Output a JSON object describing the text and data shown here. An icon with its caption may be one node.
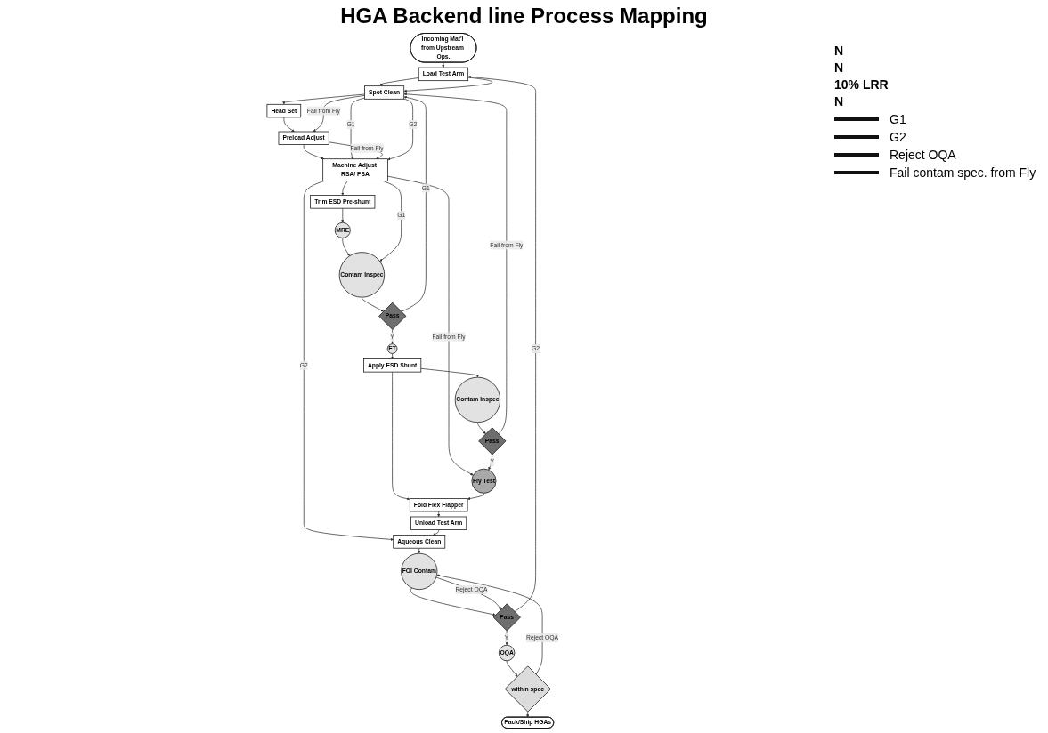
{
  "diagram": {
    "title": "HGA Backend line Process Mapping",
    "nodes": [
      {
        "text": [
          "Incoming Mat'l from Upstream Ops."
        ]
      },
      {
        "text": [
          "Load Test Arm"
        ]
      },
      {
        "text": [
          "Spot Clean"
        ]
      },
      {
        "text": [
          "Head Set"
        ]
      },
      {
        "text": [
          "Preload Adjust"
        ]
      },
      {
        "text": [
          "Machine Adjust RSA/ PSA"
        ]
      },
      {
        "text": [
          "Trim ESD Pre-shunt"
        ]
      },
      {
        "text": [
          "MRE"
        ]
      },
      {
        "text": [
          "Contam Inspec"
        ]
      },
      {
        "text": [
          "Pass"
        ]
      },
      {
        "text": [
          "ET"
        ]
      },
      {
        "text": [
          "Fly Test"
        ]
      },
      {
        "text": [
          "Pass"
        ]
      },
      {
        "text": [
          "Contam Inspec"
        ]
      },
      {
        "text": [
          "Apply ESD Shunt"
        ]
      },
      {
        "text": [
          "Fold Flex Flapper"
        ]
      },
      {
        "text": [
          "Unload Test Arm"
        ]
      },
      {
        "text": [
          "Aqueous Clean"
        ]
      },
      {
        "text": [
          "FOI Contam"
        ]
      },
      {
        "text": [
          "Pass"
        ]
      },
      {
        "text": [
          "OQA"
        ]
      },
      {
        "text": [
          "within spec"
        ]
      },
      {
        "text": [
          "Pack/Ship HGAs"
        ]
      }
    ],
    "edges": [
      {
        "from": 0,
        "to": 1,
        "arrow": "to"
      },
      {
        "from": 1,
        "to": 2,
        "arrow": "to"
      },
      {
        "from": 1,
        "to": 2,
        "arrow": "to"
      },
      {
        "from": 2,
        "to": 3,
        "arrow": "to"
      },
      {
        "from": 3,
        "to": 4,
        "arrow": "to"
      },
      {
        "from": 4,
        "to": 5,
        "arrow": "to"
      },
      {
        "from": 5,
        "to": 6,
        "arrow": "to"
      },
      {
        "from": 6,
        "to": 7,
        "arrow": "to"
      },
      {
        "from": 7,
        "to": 8,
        "arrow": "to"
      },
      {
        "from": 2,
        "to": 5,
        "arrow": "to",
        "label": "G1"
      },
      {
        "from": 5,
        "to": 8,
        "arrow": "to",
        "label": "G1"
      },
      {
        "from": 8,
        "to": 9,
        "arrow": "to"
      },
      {
        "from": 9,
        "to": 2,
        "arrow": "to",
        "label": "G1"
      },
      {
        "from": 9,
        "to": 10,
        "arrow": "to",
        "label": "Y"
      },
      {
        "from": 2,
        "to": 4,
        "arrow": "to",
        "label": "Fail from Fly"
      },
      {
        "from": 4,
        "to": 5,
        "arrow": "to",
        "label": "Fail from Fly"
      },
      {
        "from": 5,
        "to": 11,
        "arrow": "to",
        "label": "Fail from Fly"
      },
      {
        "from": 2,
        "to": 5,
        "arrow": "to",
        "label": "G2"
      },
      {
        "from": 5,
        "to": 17,
        "arrow": "to",
        "label": "G2"
      },
      {
        "from": 10,
        "to": 14,
        "arrow": "to"
      },
      {
        "from": 14,
        "to": 15,
        "arrow": "to"
      },
      {
        "from": 14,
        "to": 13,
        "arrow": "to"
      },
      {
        "from": 13,
        "to": 12,
        "arrow": "to"
      },
      {
        "from": 12,
        "to": 11,
        "arrow": "to",
        "label": "Y"
      },
      {
        "from": 12,
        "to": 2,
        "arrow": "to",
        "label": "Fail from Fly"
      },
      {
        "from": 11,
        "to": 15,
        "arrow": "to"
      },
      {
        "from": 15,
        "to": 16,
        "arrow": "to"
      },
      {
        "from": 16,
        "to": 17,
        "arrow": "to"
      },
      {
        "from": 17,
        "to": 18,
        "arrow": "to"
      },
      {
        "from": 18,
        "to": 19,
        "arrow": "to"
      },
      {
        "from": 18,
        "to": 19,
        "arrow": "to",
        "label": "Reject OQA"
      },
      {
        "from": 19,
        "to": 1,
        "arrow": "to",
        "label": "G2"
      },
      {
        "from": 19,
        "to": 20,
        "arrow": "to",
        "label": "Y"
      },
      {
        "from": 20,
        "to": 21,
        "arrow": "to"
      },
      {
        "from": 21,
        "to": 18,
        "arrow": "to",
        "label": "Reject OQA"
      },
      {
        "from": 21,
        "to": 22,
        "arrow": "to"
      }
    ],
    "labels": [
      "N",
      "N",
      "10% LRR",
      "N"
    ],
    "legend": [
      {
        "text": "G1"
      },
      {
        "text": "G2"
      },
      {
        "text": "Reject OQA"
      },
      {
        "text": "Fail contam spec. from Fly"
      }
    ]
  }
}
